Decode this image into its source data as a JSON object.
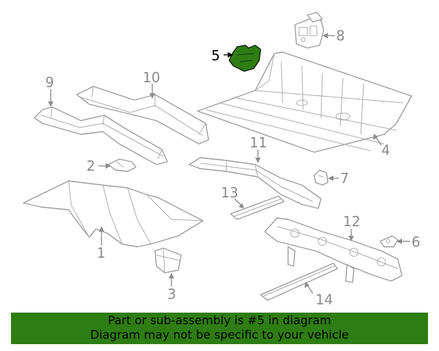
{
  "callouts": {
    "n1": "1",
    "n2": "2",
    "n3": "3",
    "n4": "4",
    "n5": "5",
    "n6": "6",
    "n7": "7",
    "n8": "8",
    "n9": "9",
    "n10": "10",
    "n11": "11",
    "n12": "12",
    "n13": "13",
    "n14": "14"
  },
  "highlight": {
    "part": "5",
    "color": "#2e7d12"
  },
  "banner": {
    "line1": "Part or sub-assembly is #5 in diagram",
    "line2": "Diagram may not be specific to your vehicle",
    "color": "#2e7d12"
  }
}
